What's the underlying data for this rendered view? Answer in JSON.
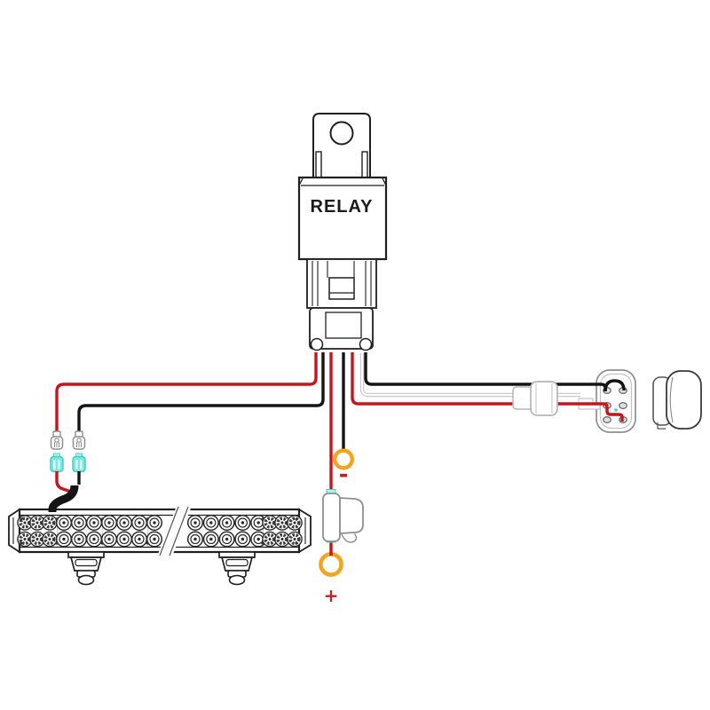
{
  "diagram": {
    "title": "LED light bar relay wiring diagram",
    "labels": {
      "relay": "RELAY",
      "battery_negative": "-",
      "battery_positive": "+"
    },
    "colors": {
      "wire_red": "#c8141c",
      "wire_black": "#141414",
      "wire_white_outline": "#c6c6c6",
      "connector_teal_fill": "#79e8de",
      "connector_teal_stroke": "#45cfc4",
      "ring_terminal_orange": "#f3a51f",
      "polarity_label_red": "#c42127",
      "outline_dark": "#1f1f1f",
      "outline_gray": "#8f8f8f"
    },
    "components": [
      "relay",
      "relay-socket-harness",
      "led-light-bar",
      "lightbar-mounting-brackets",
      "inline-male-connectors",
      "inline-female-connectors-teal",
      "fuse-holder",
      "ring-terminal-negative",
      "ring-terminal-positive",
      "wire-connector-sleeve",
      "rocker-switch",
      "rocker-switch-cap"
    ]
  },
  "led_bar": {
    "rows": 2,
    "row_y": [
      589,
      607.5
    ],
    "left_flower_columns": 3,
    "left_round_columns": 7,
    "right_round_columns": 5,
    "right_flower_columns": 3
  }
}
